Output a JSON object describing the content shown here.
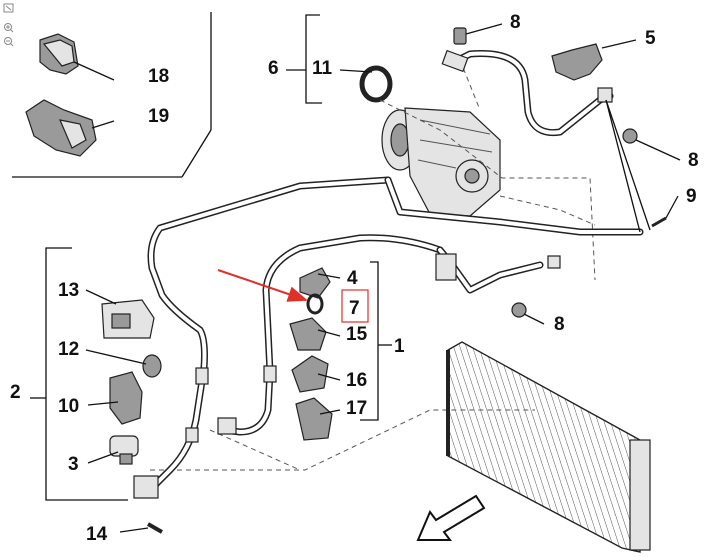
{
  "icons": {
    "fit": "fit-to-window-icon",
    "zoom_in": "zoom-in-icon",
    "zoom_out": "zoom-out-icon"
  },
  "callouts": {
    "n1": "1",
    "n2": "2",
    "n3": "3",
    "n4": "4",
    "n5": "5",
    "n6": "6",
    "n7": "7",
    "n8a": "8",
    "n8b": "8",
    "n8c": "8",
    "n9": "9",
    "n10": "10",
    "n11": "11",
    "n12": "12",
    "n13": "13",
    "n14": "14",
    "n15": "15",
    "n16": "16",
    "n17": "17",
    "n18": "18",
    "n19": "19"
  },
  "colors": {
    "highlight_box": "#e0302a",
    "arrow": "#e0302a",
    "line": "#111111"
  }
}
